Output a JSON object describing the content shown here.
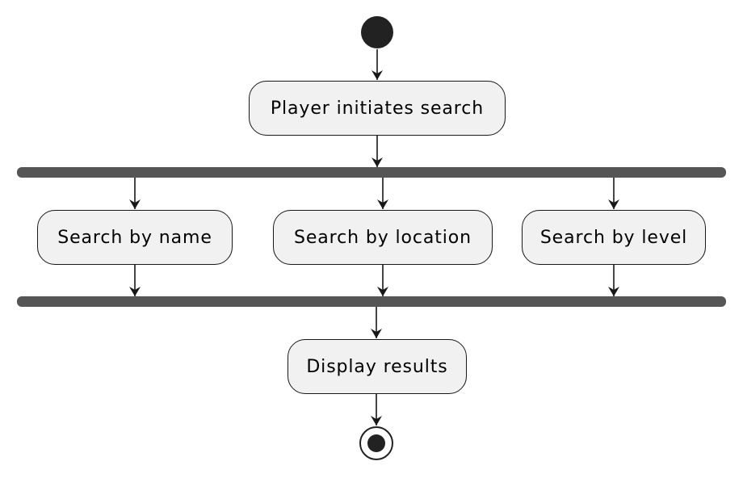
{
  "diagram": {
    "type": "activity",
    "start_label": "",
    "actions": {
      "initiate": "Player initiates search",
      "by_name": "Search by name",
      "by_location": "Search by location",
      "by_level": "Search by level",
      "display": "Display results"
    },
    "flow": [
      "start",
      "initiate",
      "fork",
      "by_name | by_location | by_level",
      "join",
      "display",
      "end"
    ],
    "colors": {
      "node_fill": "#f1f1f1",
      "stroke": "#181818",
      "bar": "#555555",
      "terminal": "#222222"
    }
  }
}
